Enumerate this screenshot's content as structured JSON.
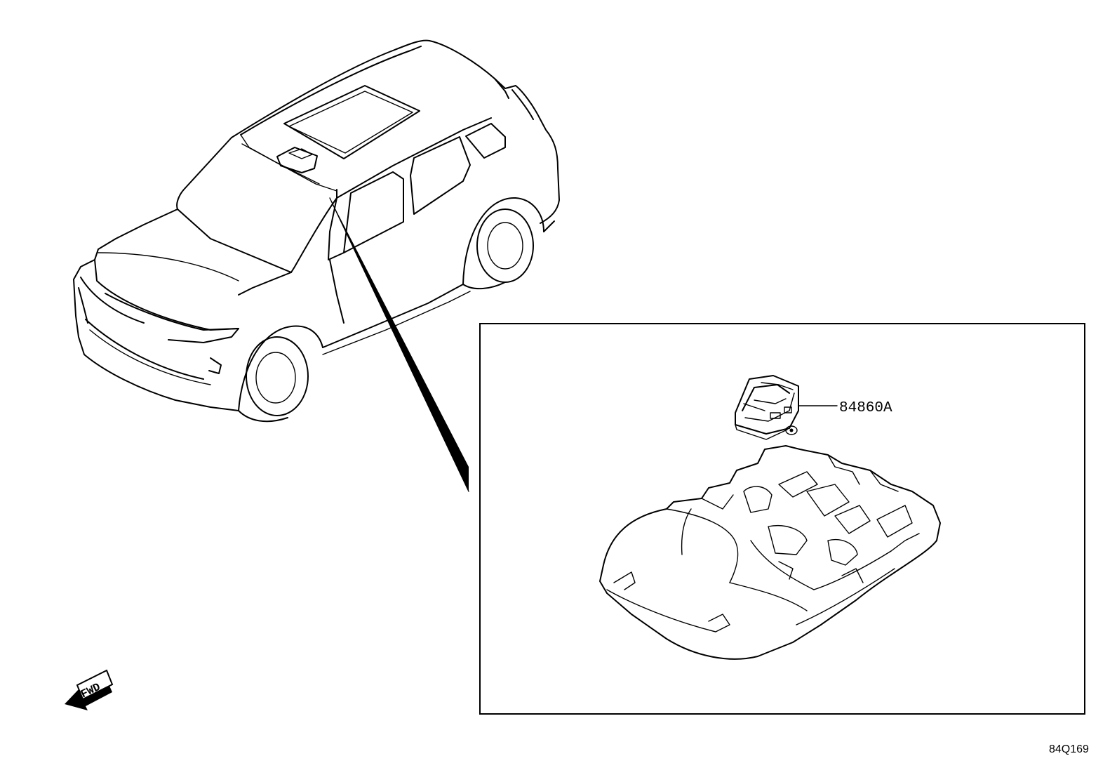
{
  "labels": {
    "part_number": "84860A",
    "fwd": "FWD",
    "figure_code": "84Q169"
  }
}
